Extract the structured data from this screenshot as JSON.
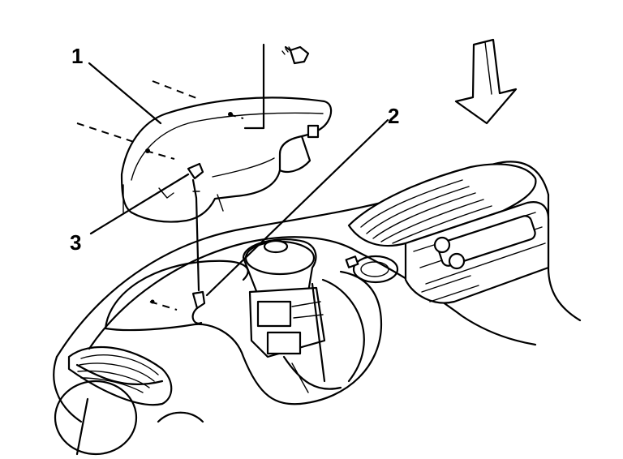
{
  "callouts": [
    {
      "number": "1",
      "target": "instrument-panel-trim-cover"
    },
    {
      "number": "2",
      "target": "tether-clip"
    },
    {
      "number": "3",
      "target": "tether-strap"
    }
  ],
  "icons": {
    "direction_arrow": "down-arrow-icon",
    "fastener": "screw-icon"
  },
  "colors": {
    "line": "#000000",
    "background": "#ffffff"
  }
}
